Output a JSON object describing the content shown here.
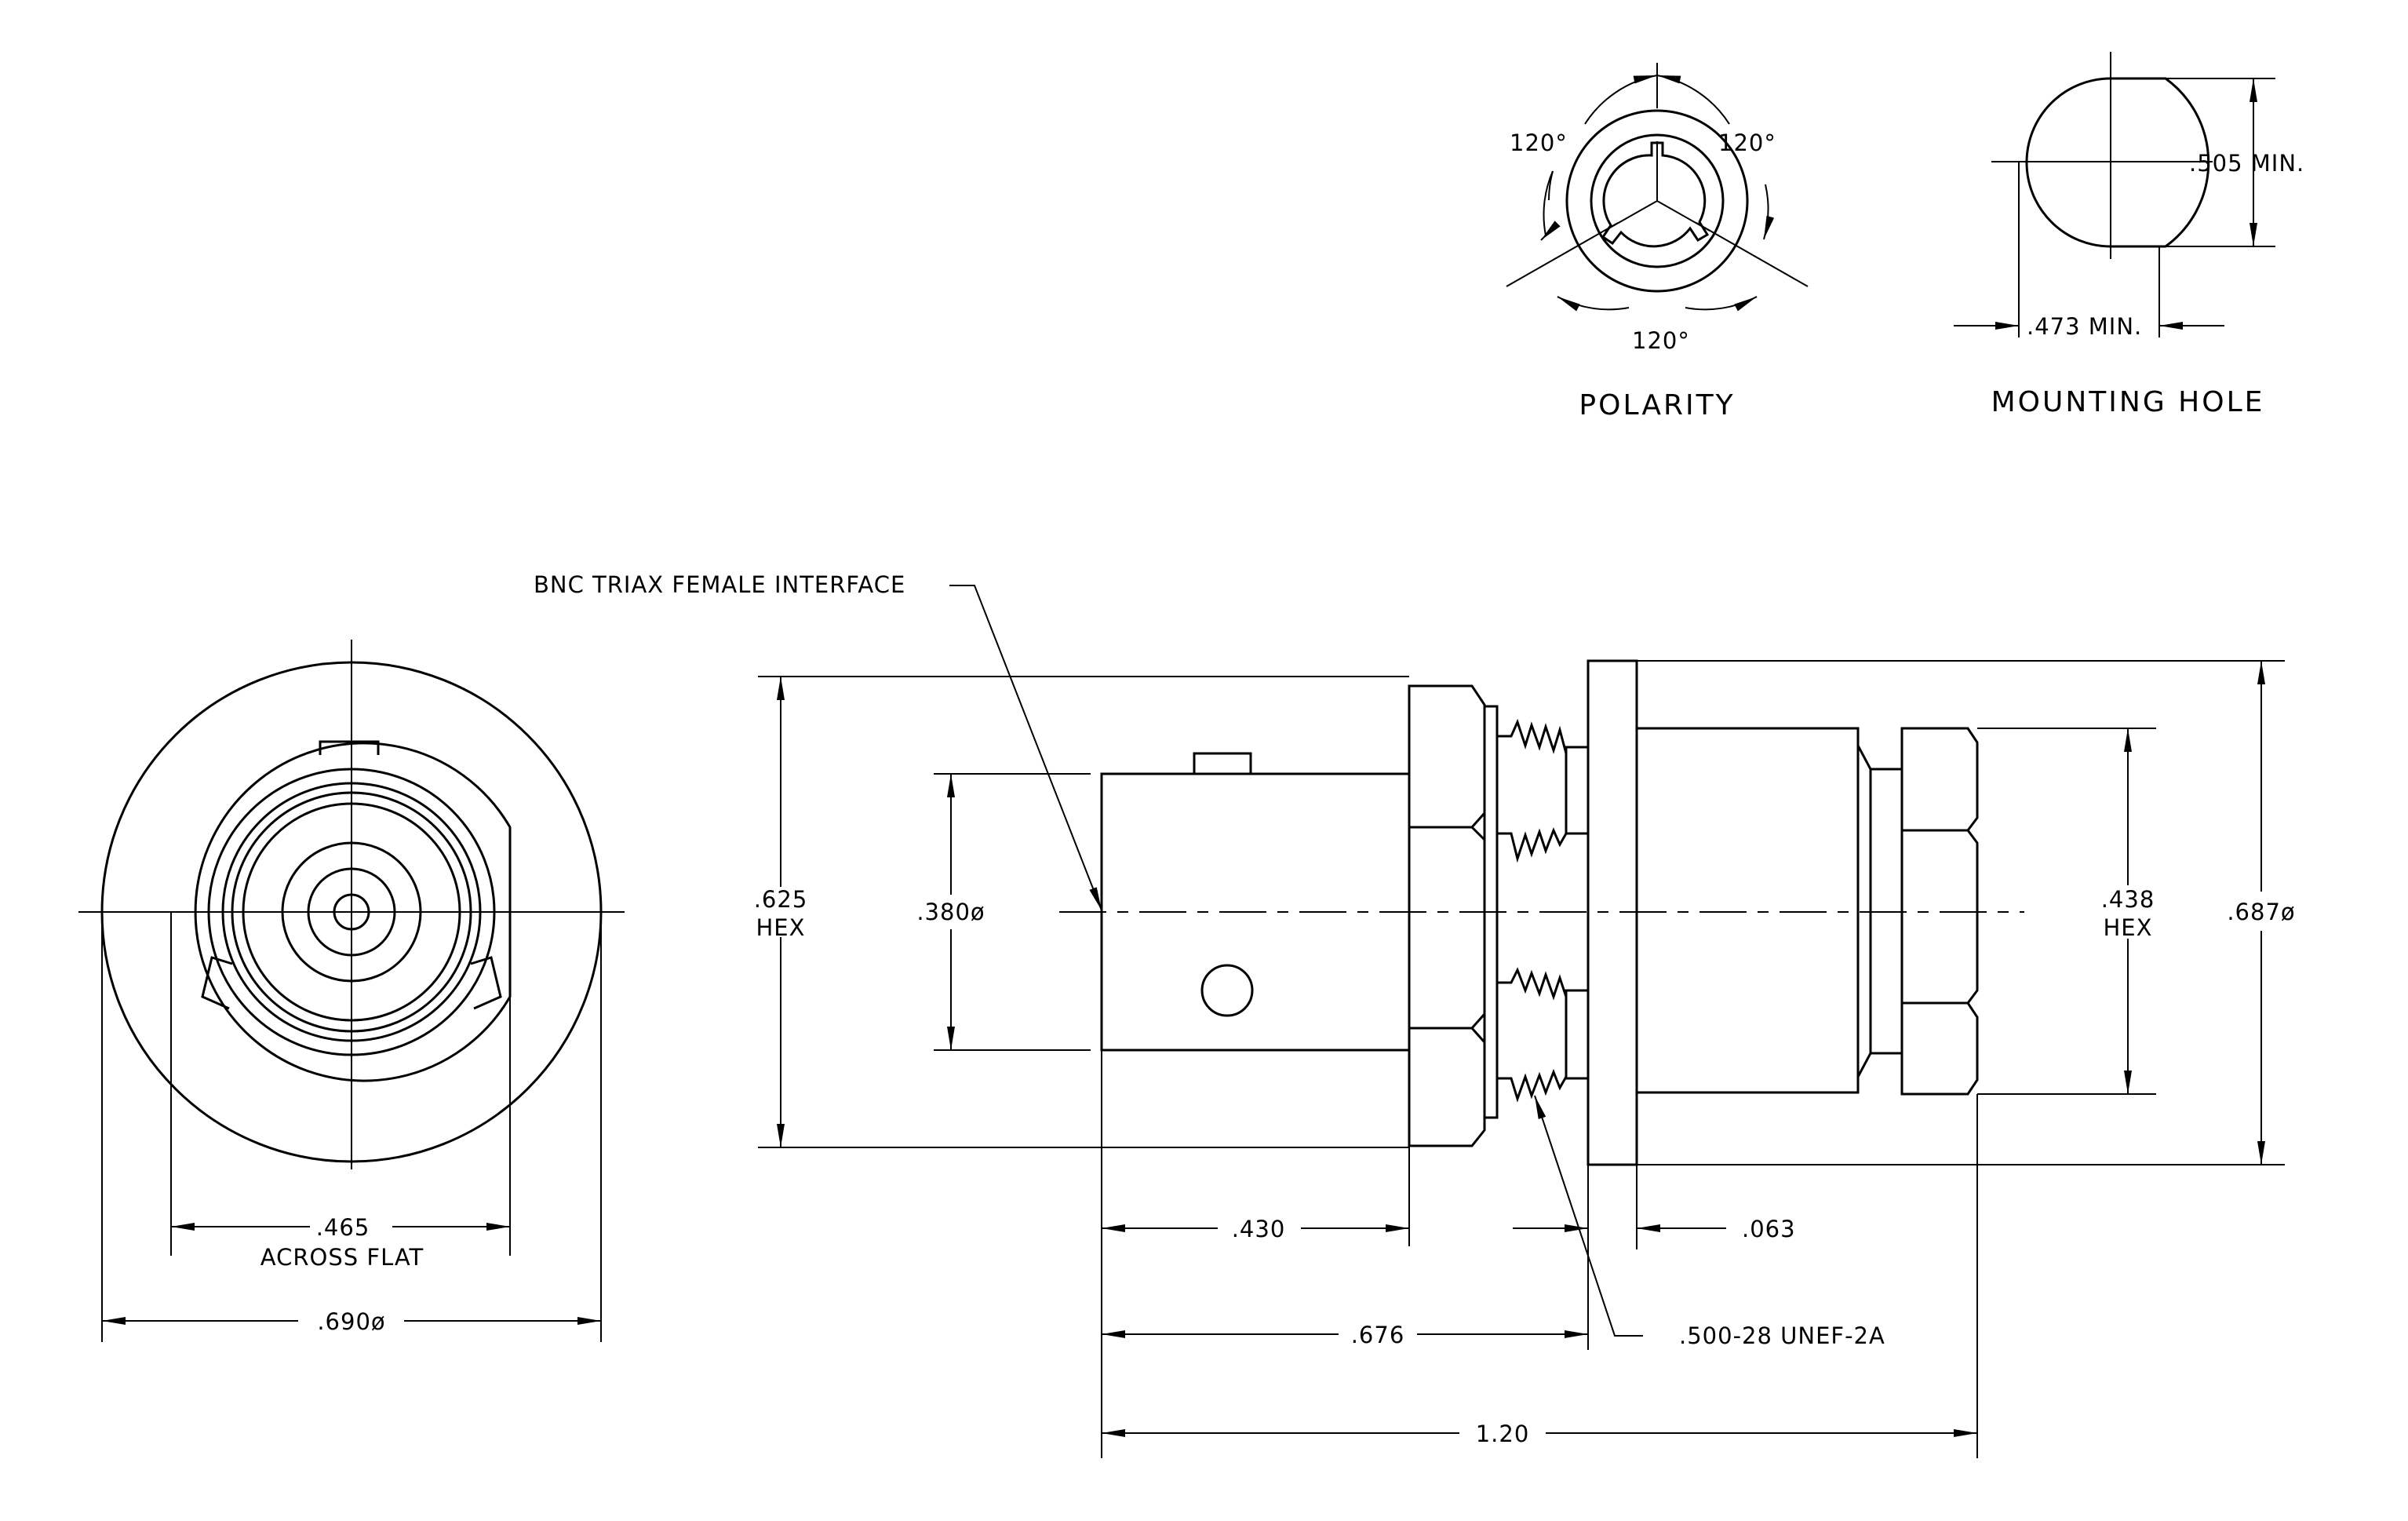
{
  "callouts": {
    "interface": "BNC TRIAX FEMALE INTERFACE",
    "thread": ".500-28 UNEF-2A"
  },
  "polarity": {
    "title": "POLARITY",
    "angle_top_left": "120°",
    "angle_top_right": "120°",
    "angle_bottom": "120°"
  },
  "mounting_hole": {
    "title": "MOUNTING HOLE",
    "height": ".505 MIN.",
    "width": ".473 MIN."
  },
  "front_view": {
    "across_flat": ".465",
    "across_flat_label": "ACROSS FLAT",
    "diameter": ".690ø"
  },
  "side_view": {
    "hex_left_value": ".625",
    "hex_left_label": "HEX",
    "body_diameter": ".380ø",
    "hex_right_value": ".438",
    "hex_right_label": "HEX",
    "flange_diameter": ".687ø",
    "length_body": ".430",
    "flange_thickness": ".063",
    "length_to_flange": ".676",
    "overall_length": "1.20"
  }
}
